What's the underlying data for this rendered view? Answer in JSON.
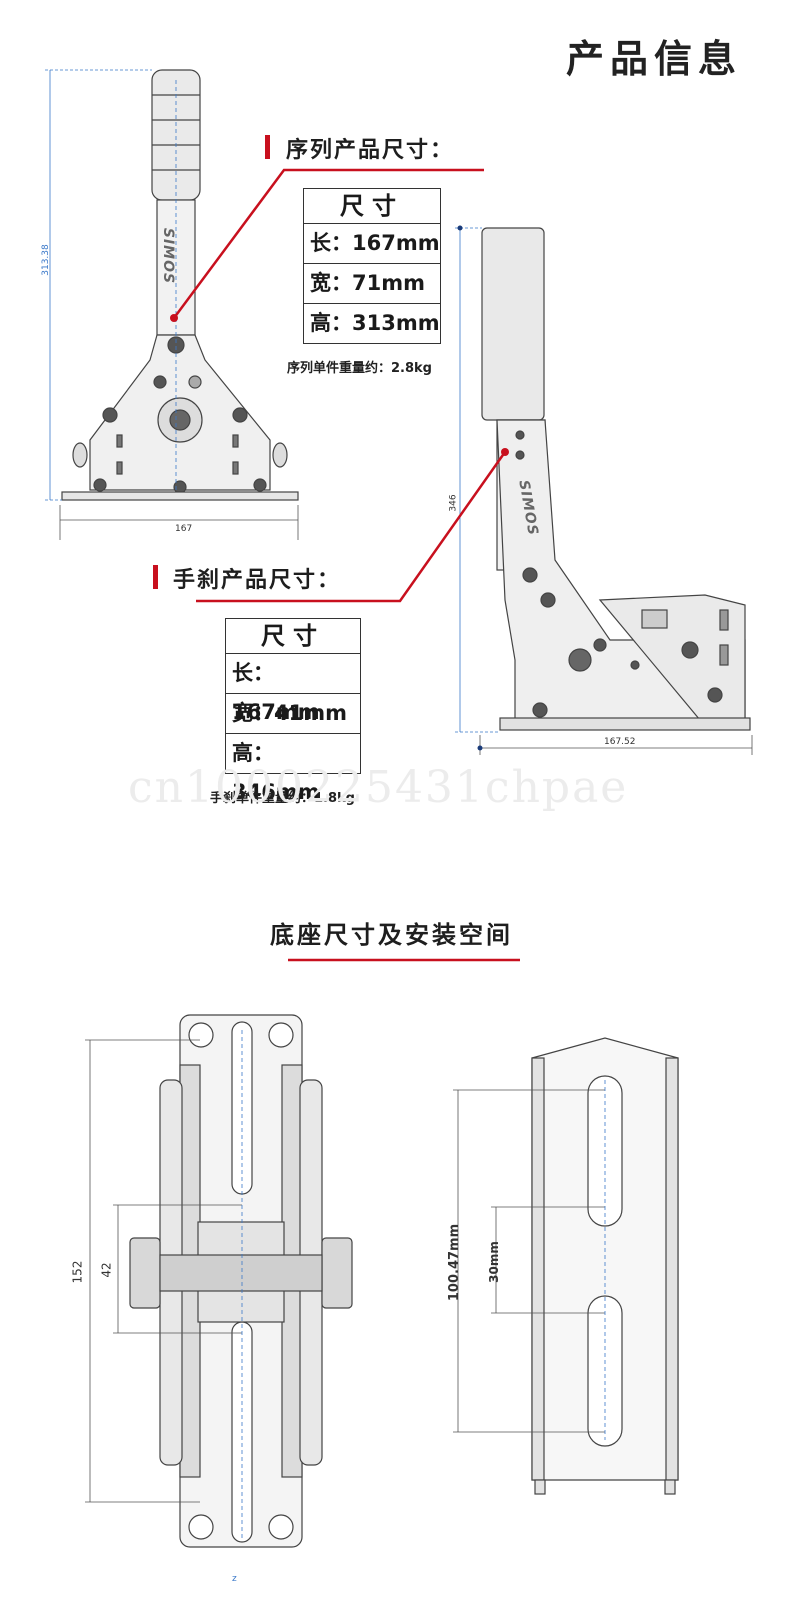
{
  "header": {
    "title": "产品信息"
  },
  "shifter": {
    "section_title": "序列产品尺寸：",
    "table_head": "尺寸",
    "rows": [
      "长：167mm",
      "宽：71mm",
      "高：313mm"
    ],
    "weight": "序列单件重量约：2.8kg",
    "height_dim": "313.38",
    "width_dim": "167",
    "logo": "SIMOS"
  },
  "handbrake": {
    "section_title": "手刹产品尺寸：",
    "table_head": "尺寸",
    "rows": [
      "长：167mm",
      "宽：41mm",
      "高：346mm"
    ],
    "weight": "手刹单件重量约：1.8kg",
    "height_dim": "346",
    "width_dim": "167.52",
    "logo": "SIMOS"
  },
  "watermark": "cn1000225431chpae",
  "base": {
    "section_title": "底座尺寸及安装空间",
    "dims": {
      "total": "152",
      "inner": "42",
      "slot_span": "100.47mm",
      "slot_gap": "30mm",
      "footer": "z"
    }
  },
  "colors": {
    "accent": "#c8101e",
    "dimension_line": "#3a78c9"
  }
}
